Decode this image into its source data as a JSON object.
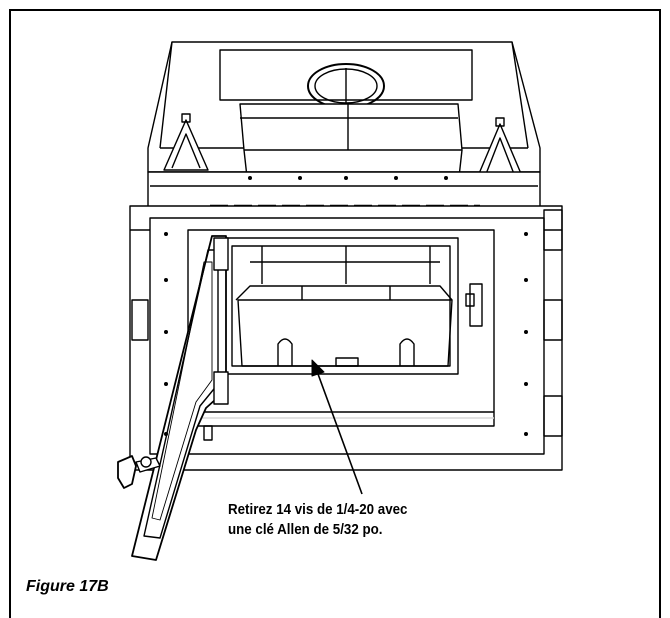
{
  "callout": {
    "line1": "Retirez 14 vis de 1/4-20 avec",
    "line2": "une clé Allen de 5/32 po."
  },
  "figure": {
    "caption": "Figure 17B"
  },
  "colors": {
    "line": "#000000",
    "fill": "#ffffff",
    "shade": "#d9d9d9"
  },
  "icons": [
    "fireplace-insert-illustration",
    "callout-arrow"
  ]
}
